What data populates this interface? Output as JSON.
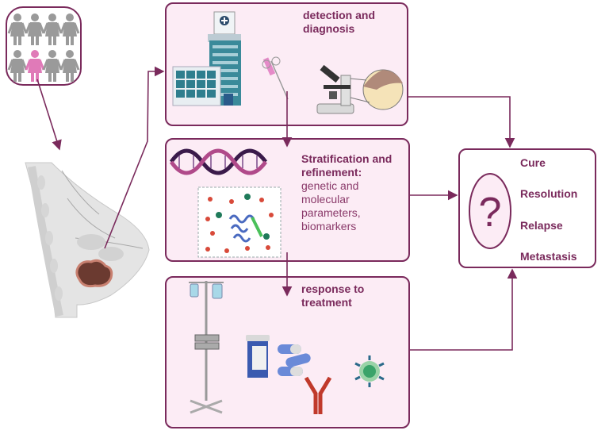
{
  "colors": {
    "accent": "#7a2a5c",
    "box_fill": "#fcecf5",
    "person_gray": "#9a9a9a",
    "person_highlight": "#e07ab8"
  },
  "population": {
    "count": 8,
    "highlighted_index": 5
  },
  "stages": [
    {
      "title": "detection and diagnosis",
      "subtitle": ""
    },
    {
      "title": "Stratification and refinement:",
      "subtitle": "genetic and molecular parameters, biomarkers"
    },
    {
      "title": "response to treatment",
      "subtitle": ""
    }
  ],
  "stage_titles": {
    "s1_line1": "detection and",
    "s1_line2": "diagnosis",
    "s2_line1": "Stratification and",
    "s2_line2": "refinement:",
    "s2_sub1": "genetic and",
    "s2_sub2": "molecular",
    "s2_sub3": "parameters,",
    "s2_sub4": "biomarkers",
    "s3_line1": "response to",
    "s3_line2": "treatment"
  },
  "outcome": {
    "symbol": "?",
    "items": [
      "Cure",
      "Resolution",
      "Relapse",
      "Metastasis"
    ]
  },
  "icons": {
    "stage1": [
      "hospital-icon",
      "biopsy-syringe-icon",
      "microscope-icon",
      "tissue-cells-icon"
    ],
    "stage2": [
      "dna-helix-icon",
      "protein-molecule-icon"
    ],
    "stage3": [
      "iv-drip-pump-icon",
      "pill-bottle-icon",
      "capsules-icon",
      "antibody-icon",
      "immune-cell-icon"
    ]
  }
}
